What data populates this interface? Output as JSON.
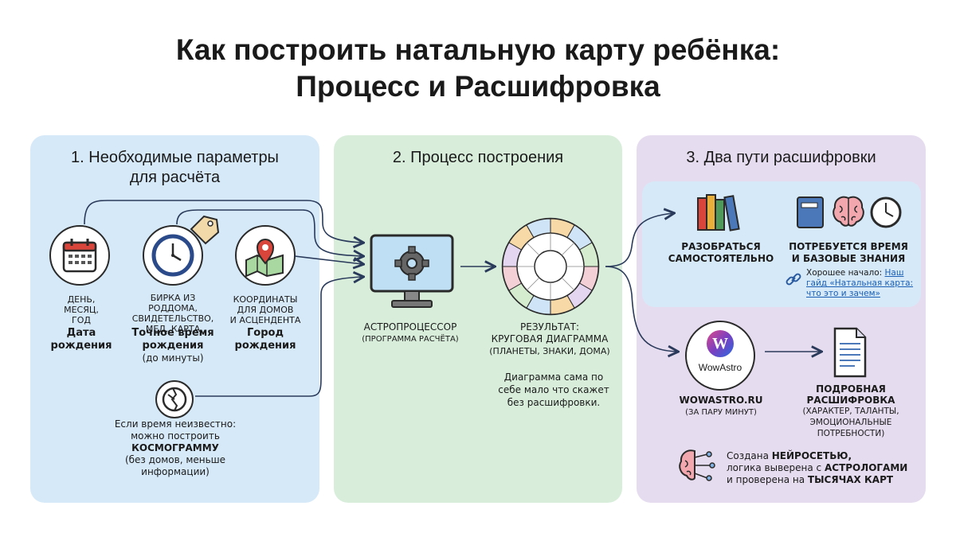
{
  "title": {
    "line1": "Как построить натальную карту ребёнка:",
    "line2": "Процесс и Расшифровка"
  },
  "section1": {
    "title_line1": "1. Необходимые параметры",
    "title_line2": "для расчёта",
    "date": {
      "label_line1": "день,",
      "label_line2": "месяц,",
      "label_line3": "год",
      "main_line1": "Дата",
      "main_line2": "рождения"
    },
    "time": {
      "label_line1": "бирка из роддома,",
      "label_line2": "свидетельство,",
      "label_line3": "мед. карта",
      "main_line1": "Точное время",
      "main_line2": "рождения",
      "note": "(до минуты)"
    },
    "city": {
      "label_line1": "координаты",
      "label_line2": "для домов",
      "label_line3": "и асцендента",
      "main_line1": "Город",
      "main_line2": "рождения"
    },
    "unknown": {
      "line1": "Если время неизвестно:",
      "line2": "можно построить",
      "line3": "КОСМОГРАММУ",
      "line4": "(без домов, меньше",
      "line5": "информации)"
    }
  },
  "section2": {
    "title": "2. Процесс построения",
    "processor": {
      "line1": "АСТРОПРОЦЕССОР",
      "line2": "(ПРОГРАММА РАСЧЁТА)"
    },
    "result": {
      "line1": "РЕЗУЛЬТАТ:",
      "line2": "КРУГОВАЯ ДИАГРАММА",
      "line3": "(ПЛАНЕТЫ, ЗНАКИ, ДОМА)"
    },
    "note": {
      "line1": "Диаграмма сама по",
      "line2": "себе мало что скажет",
      "line3": "без расшифровки."
    }
  },
  "section3": {
    "title": "3. Два пути расшифровки",
    "self": {
      "line1": "РАЗОБРАТЬСЯ",
      "line2": "САМОСТОЯТЕЛЬНО"
    },
    "needs": {
      "line1": "ПОТРЕБУЕТСЯ ВРЕМЯ",
      "line2": "И БАЗОВЫЕ ЗНАНИЯ"
    },
    "tip": {
      "prefix": "Хорошее начало:",
      "link_line1": "Наш",
      "link_line2": "гайд «Натальная карта:",
      "link_line3": "что это и зачем»"
    },
    "service": {
      "logo_text": "WowAstro",
      "logo_letter": "W",
      "line1": "WOWASTRO.RU",
      "line2": "(ЗА ПАРУ МИНУТ)"
    },
    "detail": {
      "line1": "ПОДРОБНАЯ",
      "line2": "РАСШИФРОВКА",
      "line3": "(ХАРАКТЕР, ТАЛАНТЫ,",
      "line4": "ЭМОЦИОНАЛЬНЫЕ",
      "line5": "ПОТРЕБНОСТИ)"
    },
    "ai": {
      "l1a": "Создана ",
      "l1b": "НЕЙРОСЕТЬЮ,",
      "l2a": "логика выверена с ",
      "l2b": "АСТРОЛОГАМИ",
      "l3a": "и проверена на ",
      "l3b": "ТЫСЯЧАХ КАРТ"
    }
  },
  "colors": {
    "panel1": "#d6e9f8",
    "panel2": "#d8eedb",
    "panel3": "#e6dcef",
    "accent_red": "#d9453a",
    "link": "#1a5fb4"
  },
  "icons": [
    "calendar-icon",
    "clock-icon",
    "tag-icon",
    "map-pin-icon",
    "broken-clock-icon",
    "monitor-gear-icon",
    "zodiac-wheel-icon",
    "books-icon",
    "book-icon",
    "brain-icon",
    "link-icon",
    "document-icon",
    "wowastro-logo"
  ]
}
